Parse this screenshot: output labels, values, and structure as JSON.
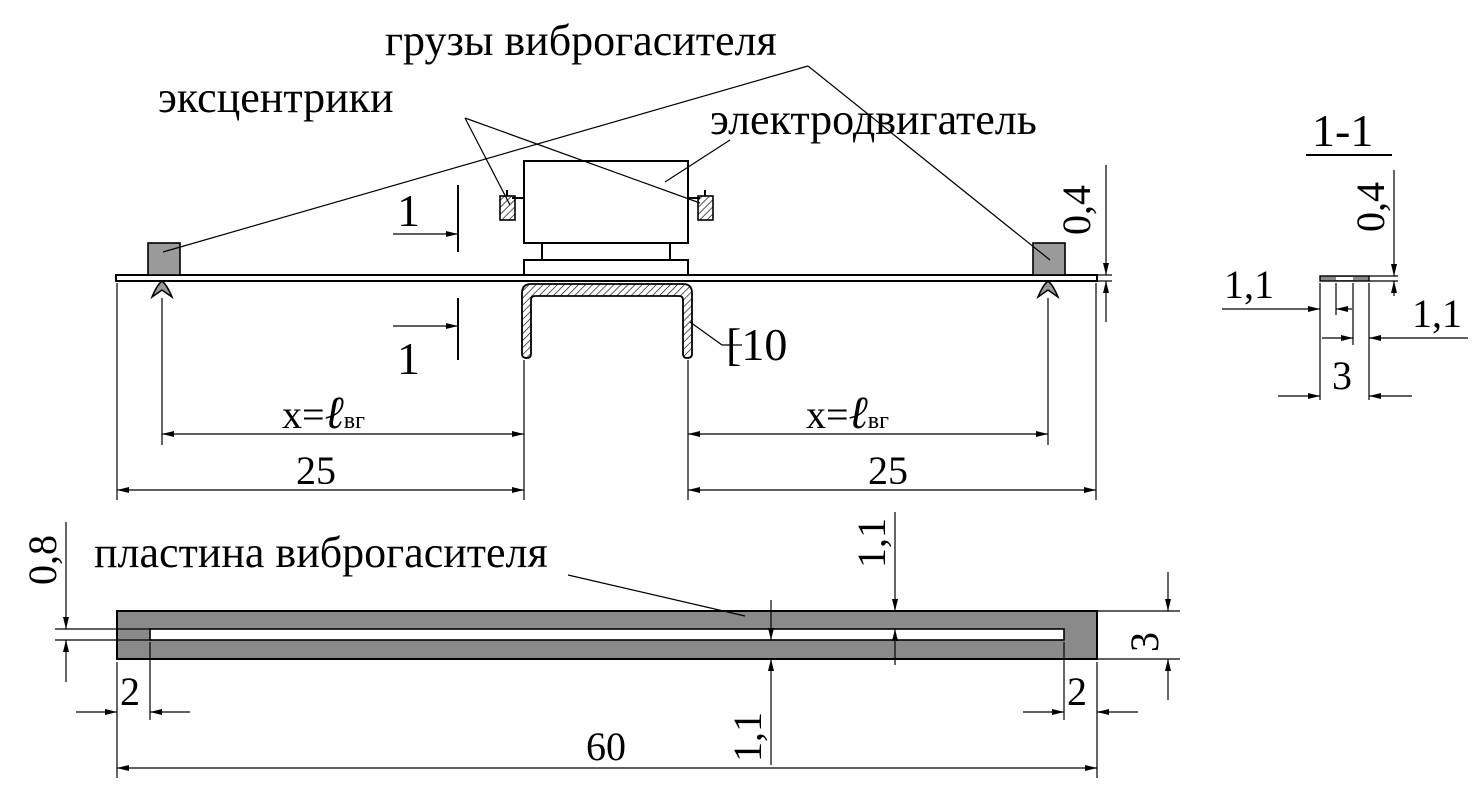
{
  "labels": {
    "weights": "грузы виброгасителя",
    "eccentrics": "эксцентрики",
    "motor": "электродвигатель",
    "plate": "пластина виброгасителя",
    "channel": "[10",
    "section_mark": "1",
    "section_title": "1-1"
  },
  "dims": {
    "x_formula": "x=",
    "ell": "ℓ",
    "ell_sub": "вг",
    "len_25": "25",
    "len_60": "60",
    "thick_04": "0,4",
    "d_11": "1,1",
    "d_3": "3",
    "d_2": "2",
    "d_08": "0,8"
  },
  "colors": {
    "ink": "#000000",
    "weight_fill": "#9a9a9a",
    "plate_fill": "#8a8a8a",
    "background": "#ffffff"
  }
}
